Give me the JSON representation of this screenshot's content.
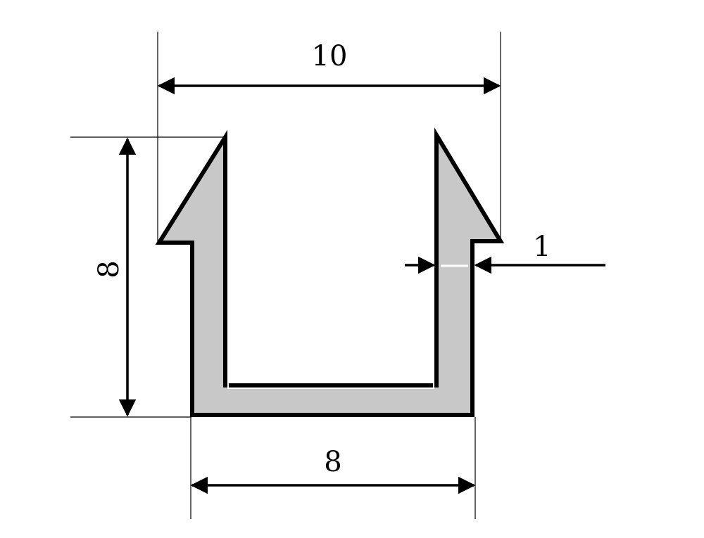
{
  "diagram": {
    "dimensions": {
      "top_width": "10",
      "height": "8",
      "bottom_width": "8",
      "wall_thickness": "1"
    },
    "colors": {
      "outline": "#000000",
      "profile_fill": "#c8c8c8",
      "background": "#ffffff"
    }
  }
}
